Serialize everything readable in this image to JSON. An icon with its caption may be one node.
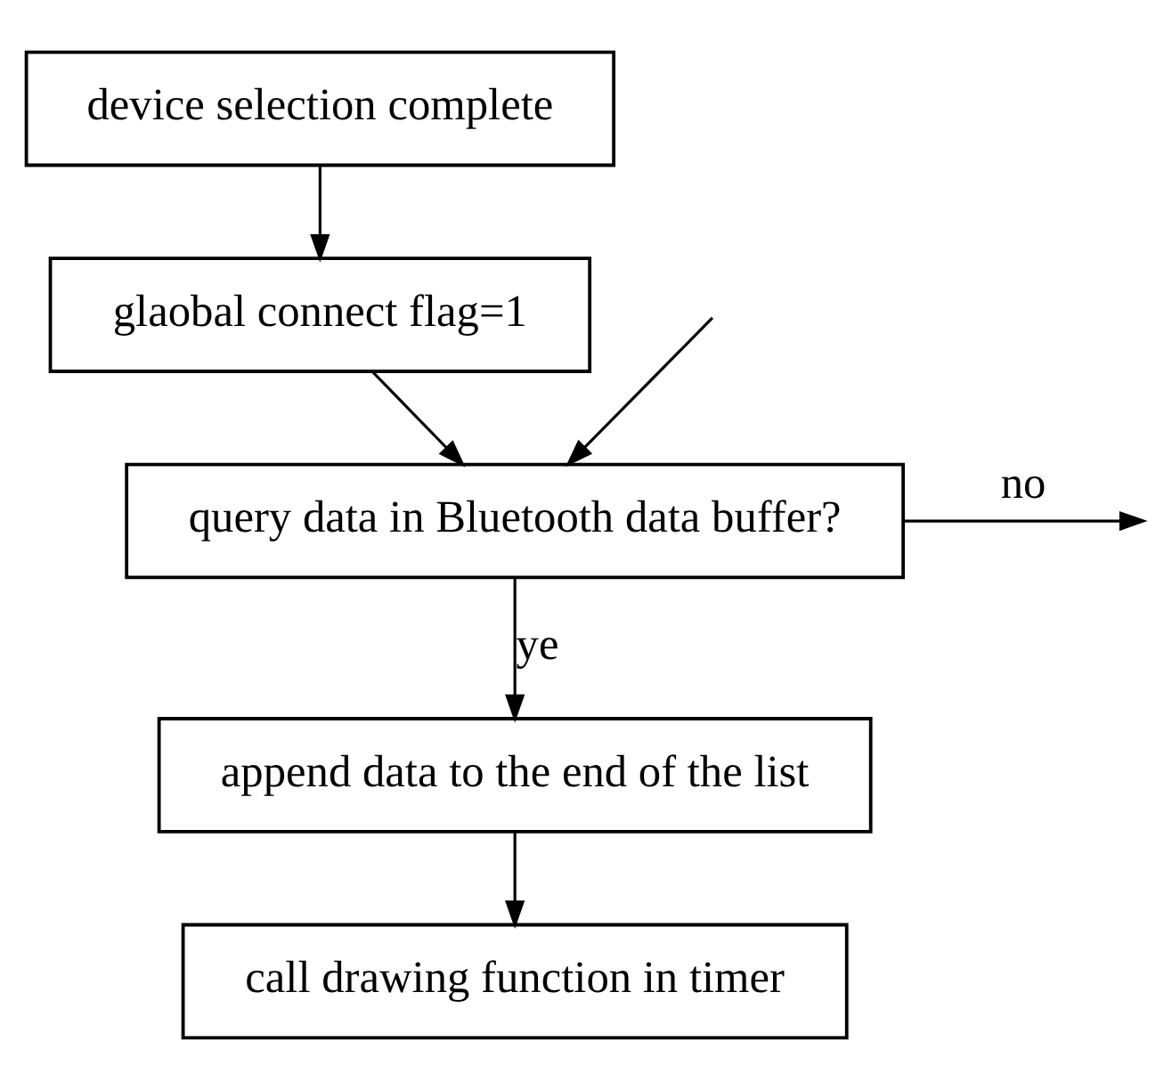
{
  "diagram": {
    "nodes": [
      {
        "text": [
          "device selection complete"
        ]
      },
      {
        "text": [
          "glaobal connect flag=1"
        ]
      },
      {
        "text": [
          "query data in Bluetooth data buffer?"
        ]
      },
      {
        "text": [
          "append data to the end of the list"
        ]
      },
      {
        "text": [
          "call drawing function in timer"
        ]
      }
    ],
    "edges": [
      {
        "from": 0,
        "to": 1,
        "arrow": "to"
      },
      {
        "from": 1,
        "to": 2,
        "arrow": "to"
      },
      {
        "from": 2,
        "to": 3,
        "arrow": "to",
        "label": "ye"
      },
      {
        "from": 3,
        "to": 4,
        "arrow": "to"
      },
      {
        "from": 2,
        "to": null,
        "arrow": "to",
        "label": "no"
      },
      {
        "from": null,
        "to": 2,
        "arrow": "to"
      }
    ]
  }
}
